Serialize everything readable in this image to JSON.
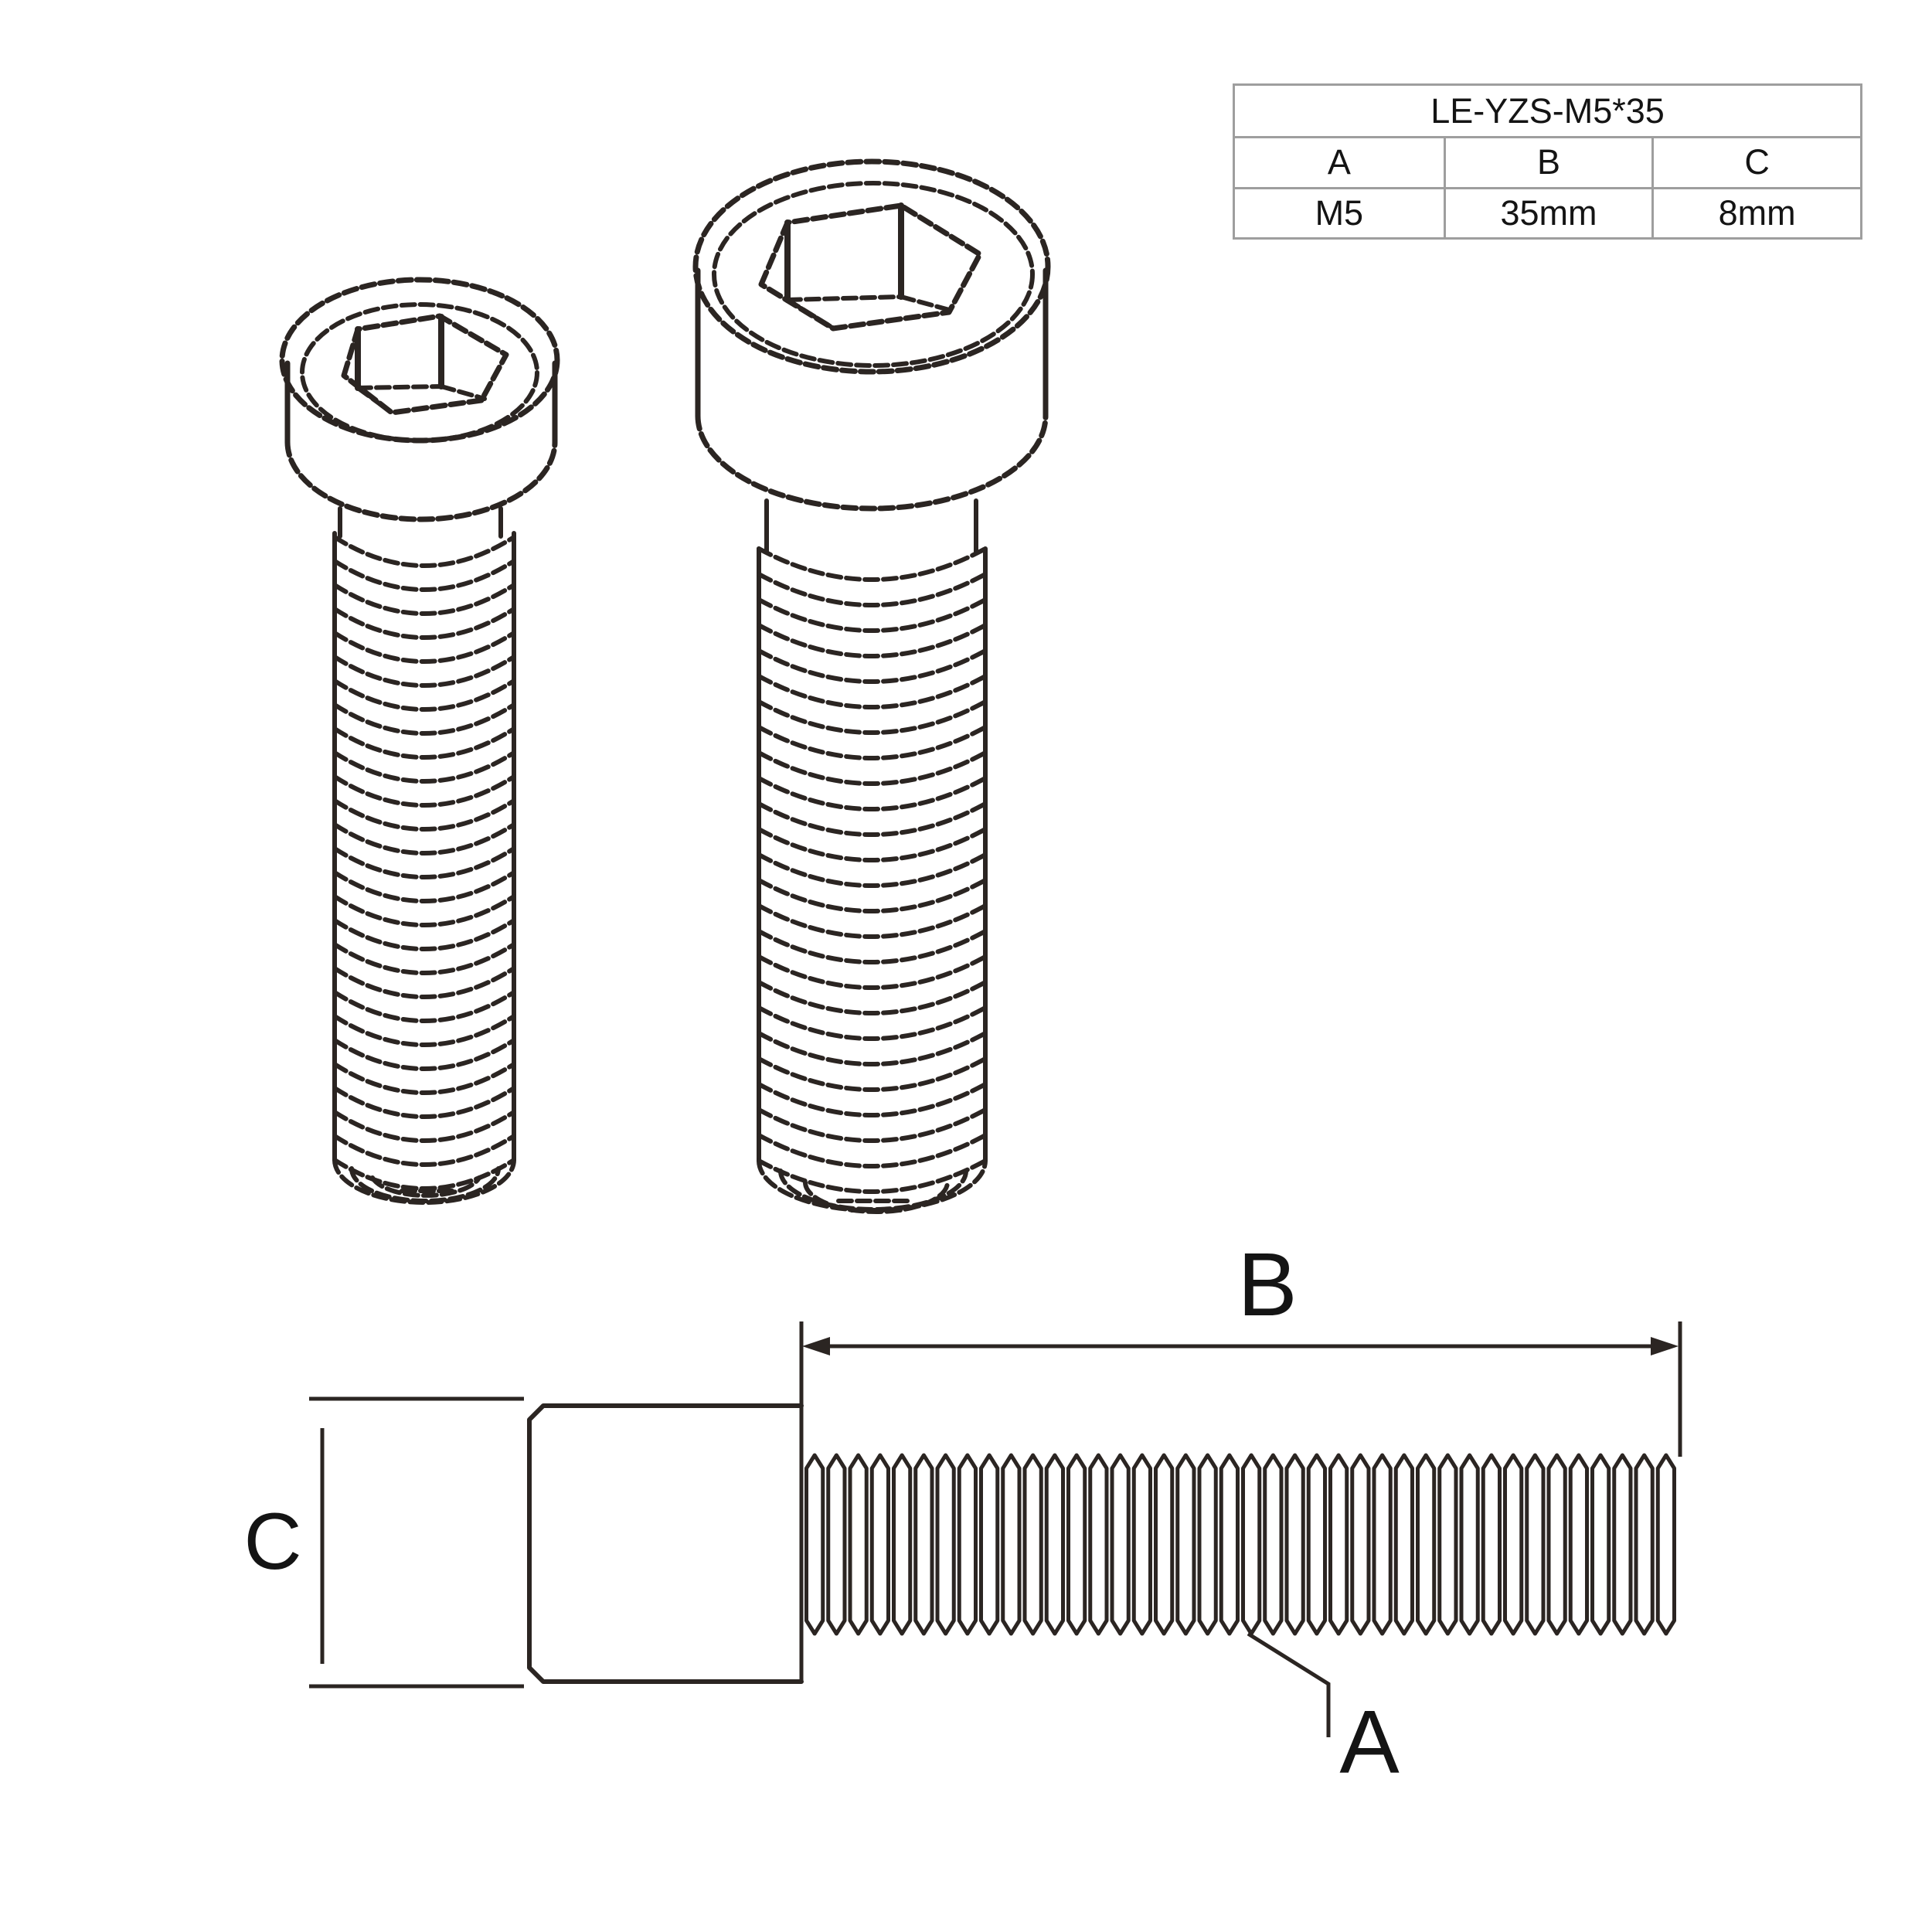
{
  "spec_table": {
    "title": "LE-YZS-M5*35",
    "columns": [
      "A",
      "B",
      "C"
    ],
    "values": [
      "M5",
      "35mm",
      "8mm"
    ]
  },
  "dimension_labels": {
    "a": "A",
    "b": "B",
    "c": "C"
  },
  "colors": {
    "line": "#2b2522",
    "text": "#141414",
    "table_border": "#9e9e9e",
    "background": "#ffffff"
  }
}
